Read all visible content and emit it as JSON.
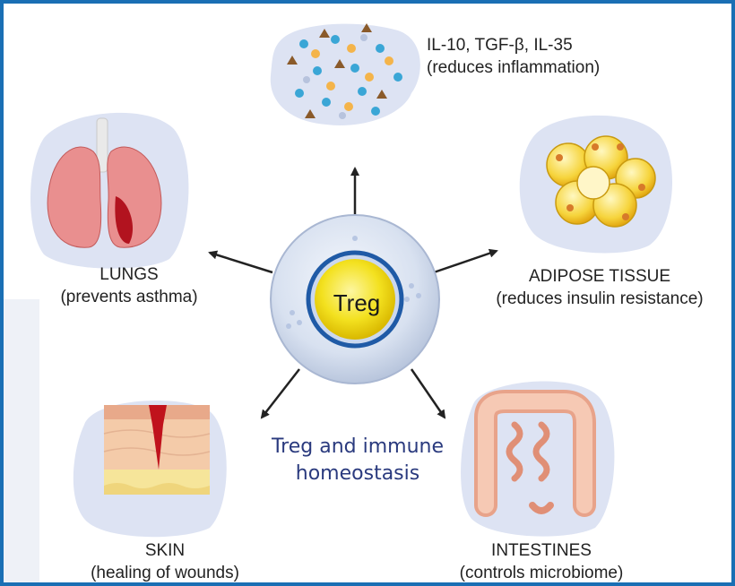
{
  "center": {
    "label": "Treg"
  },
  "title": {
    "line1": "Treg and immune",
    "line2": "homeostasis"
  },
  "cytokines": {
    "line1": "IL-10, TGF-β, IL-35",
    "line2": "(reduces inflammation)"
  },
  "lungs": {
    "line1": "LUNGS",
    "line2": "(prevents asthma)"
  },
  "adipose": {
    "line1": "ADIPOSE TISSUE",
    "line2": "(reduces insulin resistance)"
  },
  "skin": {
    "line1": "SKIN",
    "line2": "(healing of wounds)"
  },
  "intestines": {
    "line1": "INTESTINES",
    "line2": "(controls microbiome)"
  },
  "colors": {
    "border": "#1a6fb4",
    "title": "#2a3a7e",
    "blob": "#dde3f3",
    "treg_nucleus": "#f3e11f"
  }
}
